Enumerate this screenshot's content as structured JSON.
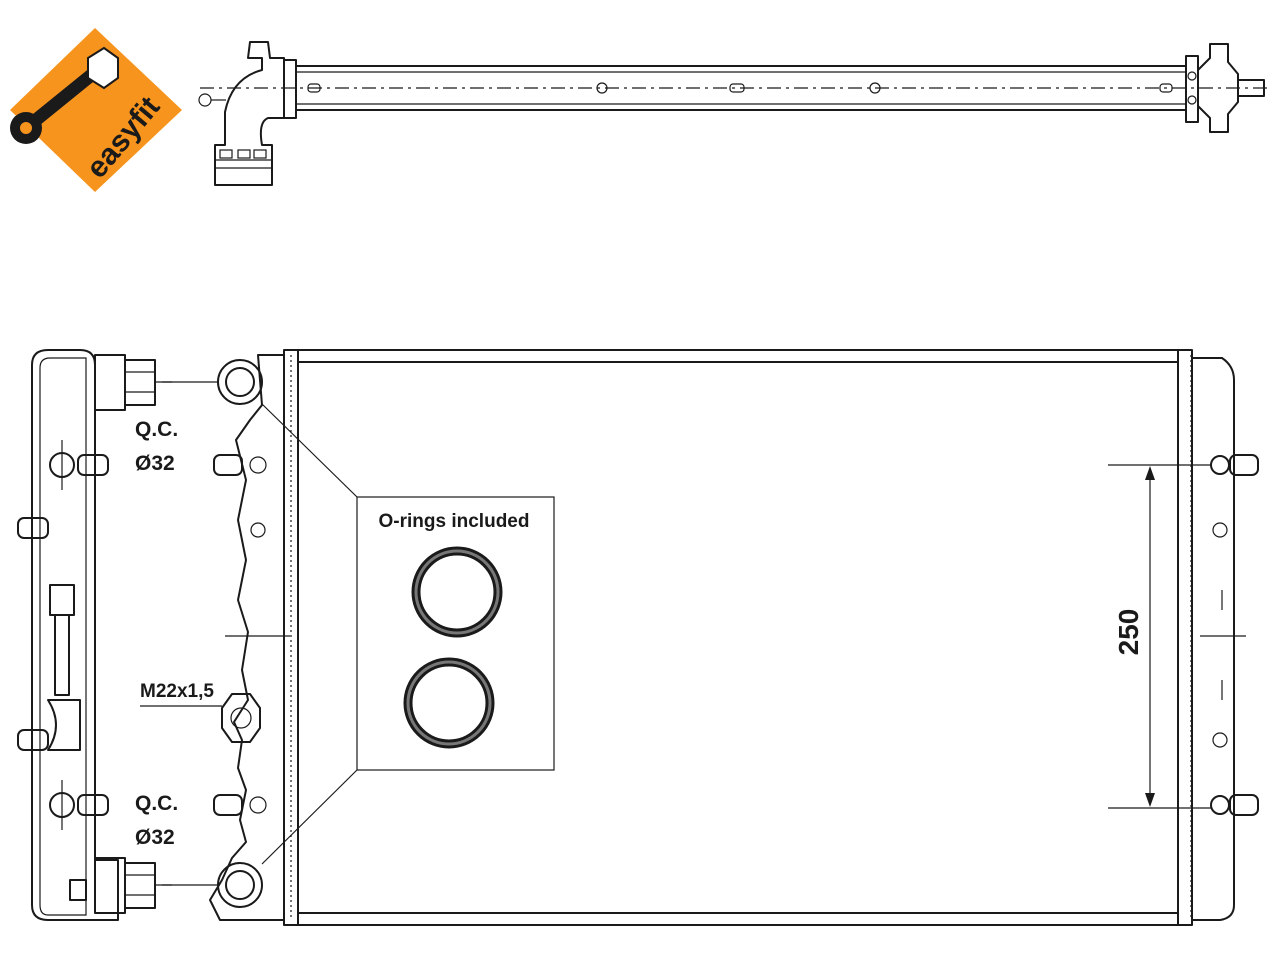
{
  "logo": {
    "text": "easyfit",
    "color": "#f7941d"
  },
  "labels": {
    "qc_top_line1": "Q.C.",
    "qc_top_line2": "Ø32",
    "qc_bottom_line1": "Q.C.",
    "qc_bottom_line2": "Ø32",
    "thread": "M22x1,5",
    "orings": "O-rings included",
    "dimension": "250"
  },
  "colors": {
    "line": "#1a1a1a",
    "oring": "#666666"
  }
}
